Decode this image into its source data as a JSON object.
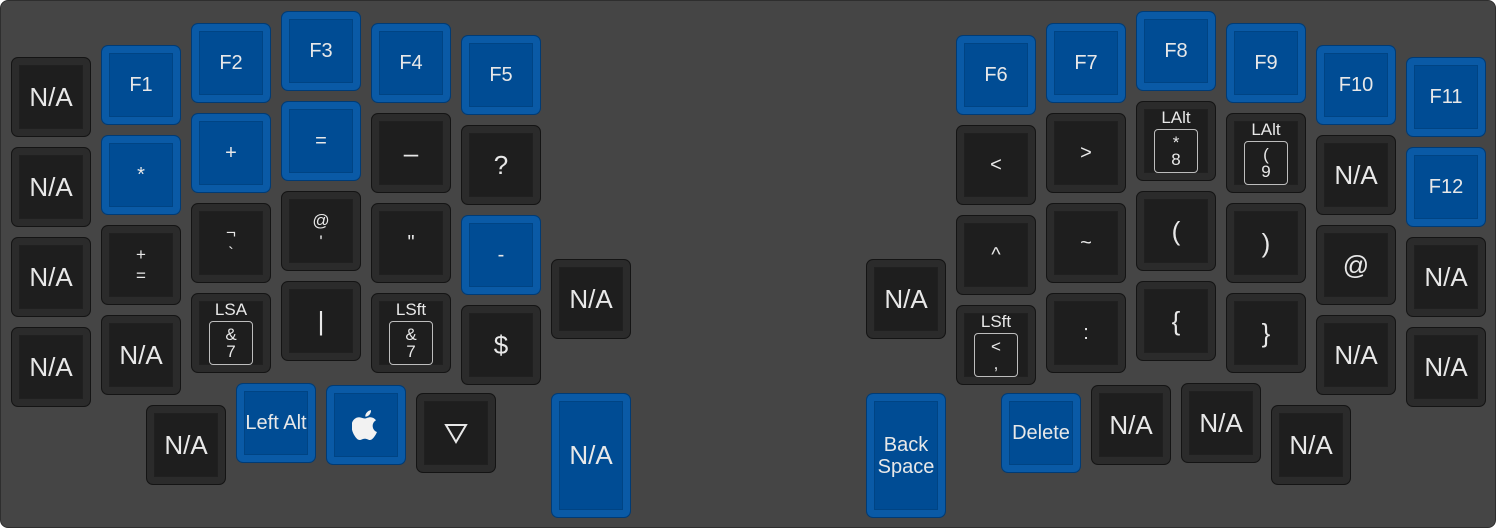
{
  "left_hand": {
    "row_function": {
      "f1": "F1",
      "f2": "F2",
      "f3": "F3",
      "f4": "F4",
      "f5": "F5"
    },
    "col0": [
      "N/A",
      "N/A",
      "N/A",
      "N/A"
    ],
    "row_symbols": {
      "asterisk": "*",
      "plus": "+",
      "equals": "=",
      "minus": "–",
      "question": "?"
    },
    "plus_equals": {
      "top": "+",
      "bottom": "="
    },
    "not_grave": {
      "top": "¬",
      "bottom": "`"
    },
    "at_apostrophe": {
      "top": "@",
      "bottom": "'"
    },
    "double_quote": "\"",
    "hyphen": "-",
    "row_bottom": {
      "na": "N/A",
      "lsa_mod": "LSA",
      "lsa_top": "&",
      "lsa_bottom": "7",
      "pipe": "|",
      "lsft_mod": "LSft",
      "lsft_top": "&",
      "lsft_bottom": "7",
      "dollar": "$"
    },
    "inner_na": "N/A",
    "thumbs": {
      "na": "N/A",
      "left_alt": "Left Alt",
      "tall_na": "N/A"
    }
  },
  "right_hand": {
    "row_function": {
      "f6": "F6",
      "f7": "F7",
      "f8": "F8",
      "f9": "F9",
      "f10": "F10",
      "f11": "F11",
      "f12": "F12"
    },
    "lt": "<",
    "gt": ">",
    "lalt8": {
      "mod": "LAlt",
      "top": "*",
      "bottom": "8"
    },
    "lalt9": {
      "mod": "LAlt",
      "top": "(",
      "bottom": "9"
    },
    "na_r2": "N/A",
    "caret": "^",
    "tilde": "~",
    "lparen": "(",
    "rparen": ")",
    "at": "@",
    "na_r3": "N/A",
    "lsft_comma": {
      "mod": "LSft",
      "top": "<",
      "bottom": ","
    },
    "colon": ":",
    "lbrace": "{",
    "rbrace": "}",
    "na_r4a": "N/A",
    "na_r4b": "N/A",
    "inner_na": "N/A",
    "thumbs": {
      "backspace": "Back\nSpace",
      "delete": "Delete",
      "na1": "N/A",
      "na2": "N/A",
      "na3": "N/A"
    }
  },
  "colors": {
    "blue_key": "#004c94",
    "dark_key": "#1e1e1e",
    "board": "#454545"
  },
  "icons": {
    "apple": "apple-icon",
    "triangle": "triangle-down-icon"
  }
}
